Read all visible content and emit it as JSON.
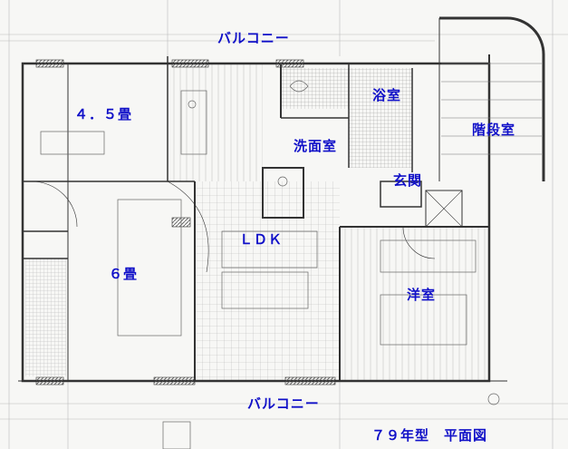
{
  "plan": {
    "title": "７９年型　平面図",
    "label_color": "#1010c8",
    "line_color": "#333333",
    "rooms": {
      "balcony_top": "バルコニー",
      "tatami_45": "４．５畳",
      "bath": "浴室",
      "stairwell": "階段室",
      "washroom": "洗面室",
      "entrance": "玄関",
      "ldk": "ＬＤＫ",
      "tatami_6": "６畳",
      "western_room": "洋室",
      "balcony_bottom": "バルコニー"
    }
  }
}
